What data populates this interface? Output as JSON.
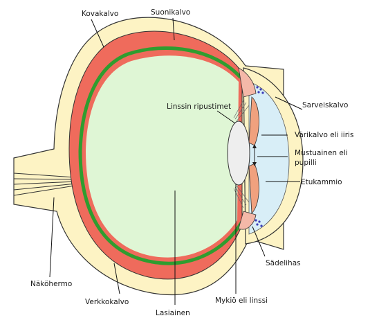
{
  "diagram": {
    "labels": {
      "kovakalvo": "Kovakalvo",
      "suonikalvo": "Suonikalvo",
      "sarveiskalvo": "Sarveiskalvo",
      "linssin_ripustimet": "Linssin ripustimet",
      "varikalvo": "Värikalvo eli iiris",
      "mustuainen_line1": "Mustuainen eli",
      "mustuainen_line2": "pupilli",
      "etukammio": "Etukammio",
      "sadelihas": "Sädelihas",
      "nakohermo": "Näköhermo",
      "verkkokalvo": "Verkkokalvo",
      "lasiainen": "Lasiainen",
      "mykio": "Mykiö eli linssi"
    },
    "colors": {
      "sclera": "#fdf3c4",
      "choroid": "#ef6b5c",
      "retina": "#2f9d2f",
      "vitreous": "#dff6d5",
      "cornea_anterior": "#d8eef7",
      "iris": "#f0a17e",
      "ciliary": "#f4b8a8",
      "lens": "#eeeeee",
      "outline": "#333333"
    }
  }
}
